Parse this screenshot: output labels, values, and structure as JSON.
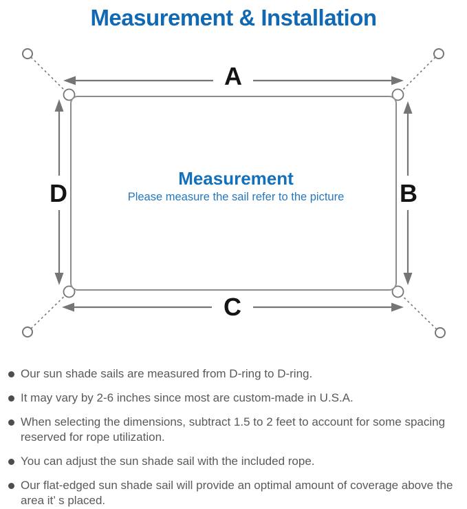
{
  "title": "Measurement & Installation",
  "diagram": {
    "labels": {
      "top": "A",
      "right": "B",
      "bottom": "C",
      "left": "D"
    },
    "center_title": "Measurement",
    "center_subtitle": "Please measure the sail refer to the picture"
  },
  "colors": {
    "title-blue": "#1269b3",
    "center-blue": "#1371bc",
    "subtitle-blue": "#2678bd",
    "line-gray": "#757575",
    "border-gray": "#8c8c8c",
    "label-black": "#141414",
    "note-gray": "#595959"
  },
  "notes": [
    "Our sun shade sails are measured from D-ring to D-ring.",
    "It may vary by 2-6 inches since most are custom-made in U.S.A.",
    "When selecting the dimensions, subtract 1.5 to 2 feet to account for some spacing reserved for rope utilization.",
    "You can adjust the sun shade sail with the included rope.",
    "Our flat-edged sun shade sail will provide an optimal amount of coverage above the area it’ s placed."
  ]
}
